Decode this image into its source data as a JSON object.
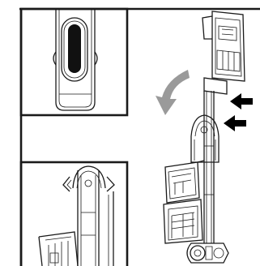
{
  "figure": {
    "page_color": "#ffffff",
    "ink_color": "#1a1a1a",
    "arrow_color": "#000000",
    "rotate_arrow_color": "#9a9a9a",
    "panels": [
      {
        "name": "detail-top",
        "shows": "handle-release-button"
      },
      {
        "name": "detail-bottom",
        "shows": "pod-hinge-closeup"
      },
      {
        "name": "main-view",
        "shows": "vacuum-folding-forward"
      }
    ],
    "arrows": [
      {
        "name": "rotate-arrow",
        "icon": "curved-rotate-arrow-icon"
      },
      {
        "name": "push-arrow-upper",
        "icon": "left-arrow-icon"
      },
      {
        "name": "push-arrow-lower",
        "icon": "left-arrow-icon"
      }
    ]
  }
}
